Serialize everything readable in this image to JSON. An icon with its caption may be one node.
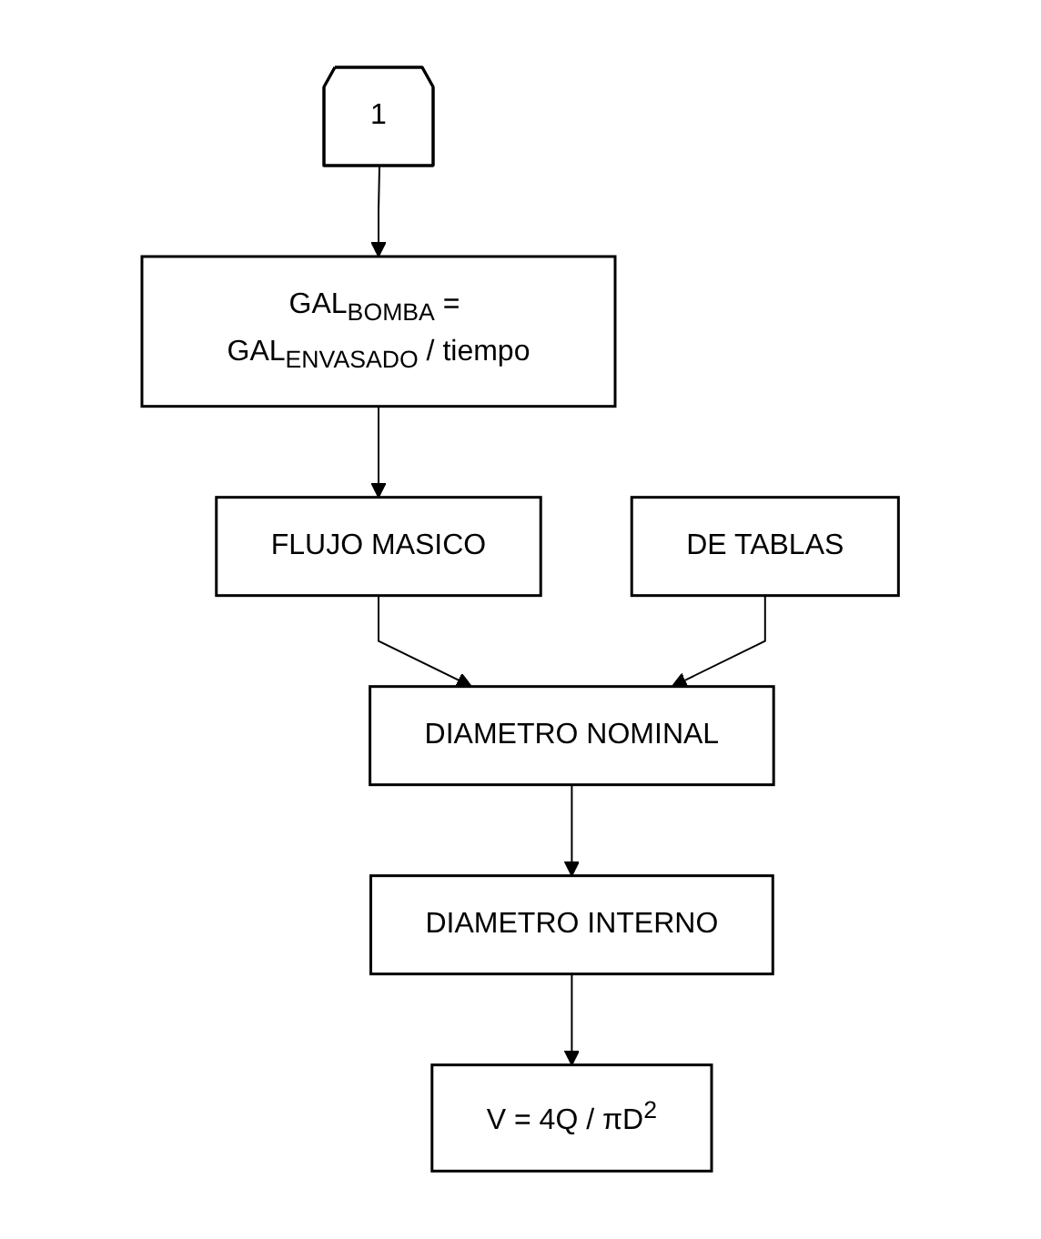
{
  "diagram": {
    "nodes": [
      {
        "text": [
          "1"
        ]
      },
      {
        "text": [
          "GAL$_{BOMBA}$ = GAL$_{ENVASADO}$ / tiempo"
        ]
      },
      {
        "text": [
          "FLUJO MASICO"
        ]
      },
      {
        "text": [
          "DE TABLAS"
        ]
      },
      {
        "text": [
          "DIAMETRO NOMINAL"
        ]
      },
      {
        "text": [
          "DIAMETRO INTERNO"
        ]
      },
      {
        "text": [
          "V = 4Q / πD$^{2}$"
        ]
      }
    ],
    "edges": [
      {
        "from": 0,
        "to": 1,
        "arrow": "to"
      },
      {
        "from": 1,
        "to": 2,
        "arrow": "to"
      },
      {
        "from": 2,
        "to": 4,
        "arrow": "to"
      },
      {
        "from": 3,
        "to": 4,
        "arrow": "to"
      },
      {
        "from": 4,
        "to": 5,
        "arrow": "to"
      },
      {
        "from": 5,
        "to": 6,
        "arrow": "to"
      }
    ]
  }
}
